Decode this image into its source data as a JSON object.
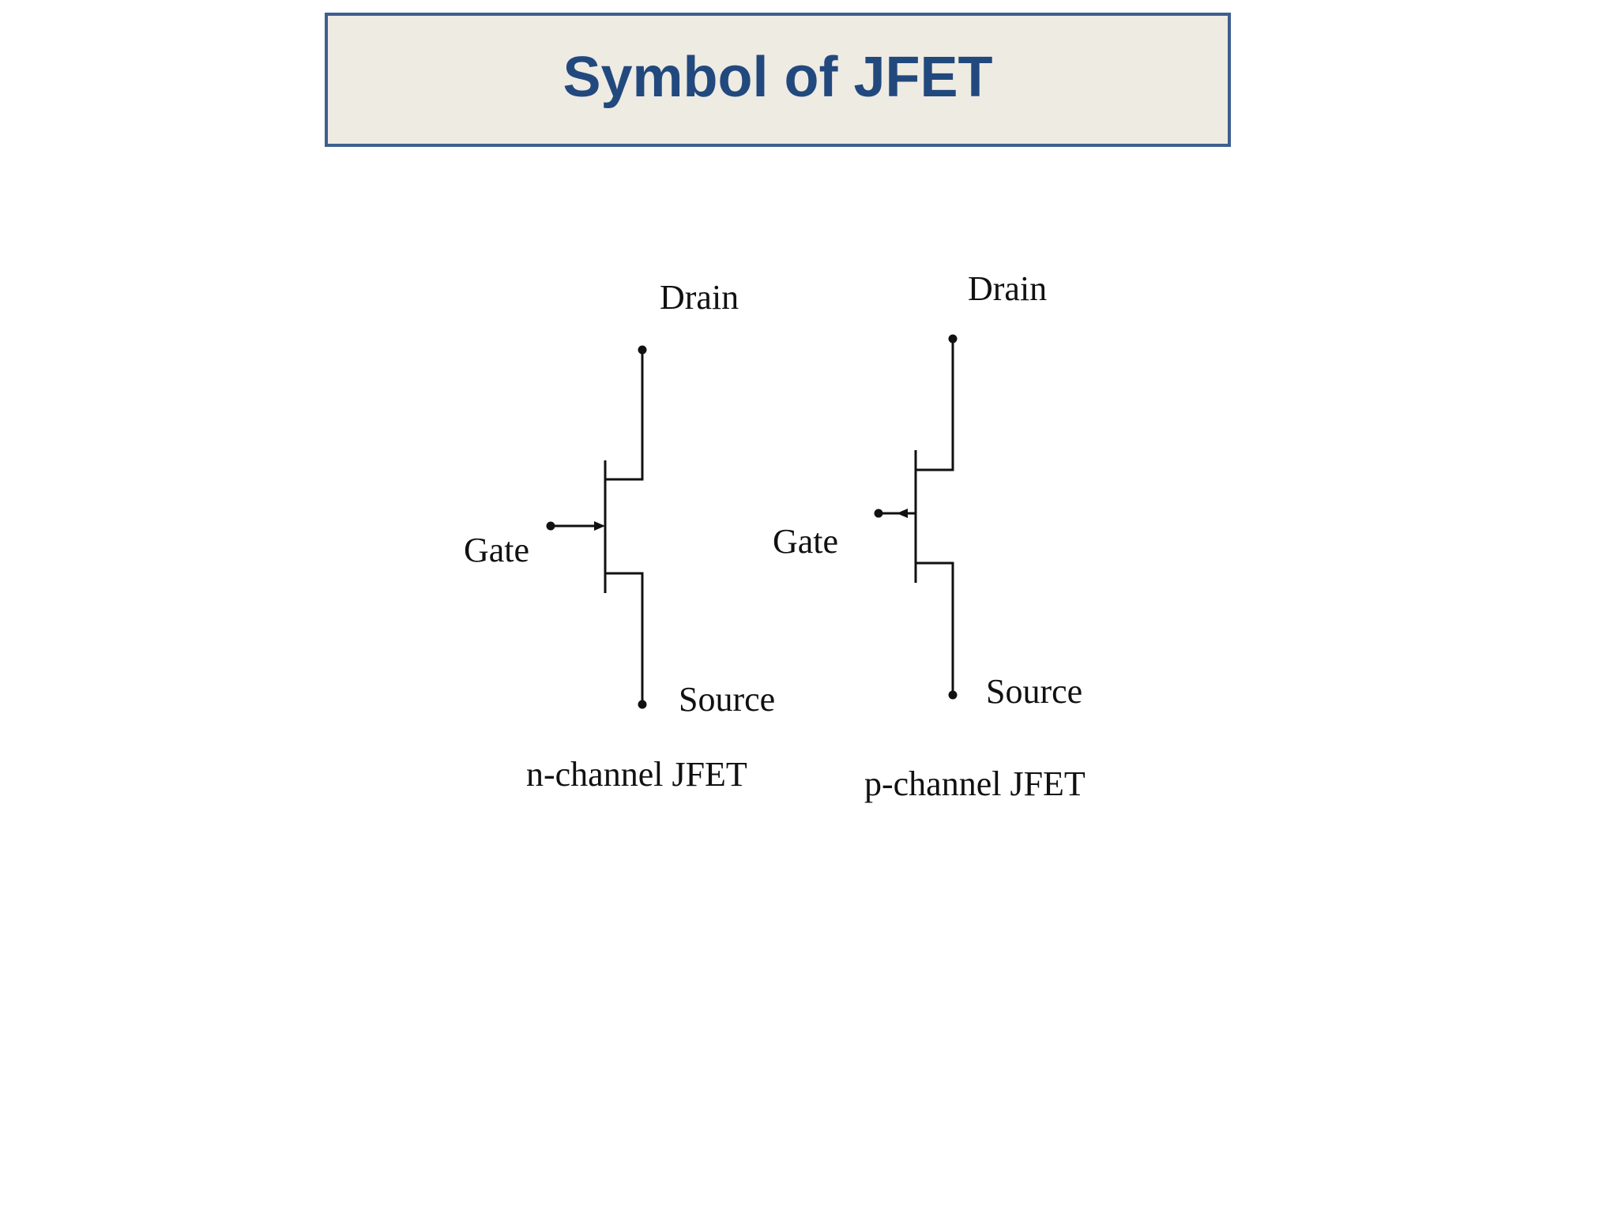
{
  "slide": {
    "title": "Symbol of JFET"
  },
  "n_channel": {
    "drain_label": "Drain",
    "gate_label": "Gate",
    "source_label": "Source",
    "caption": "n-channel JFET"
  },
  "p_channel": {
    "drain_label": "Drain",
    "gate_label": "Gate",
    "source_label": "Source",
    "caption": "p-channel JFET"
  },
  "colors": {
    "title_text": "#22497d",
    "title_border": "#3d5f8f",
    "title_background": "#eeebe3",
    "diagram_ink": "#111111"
  }
}
